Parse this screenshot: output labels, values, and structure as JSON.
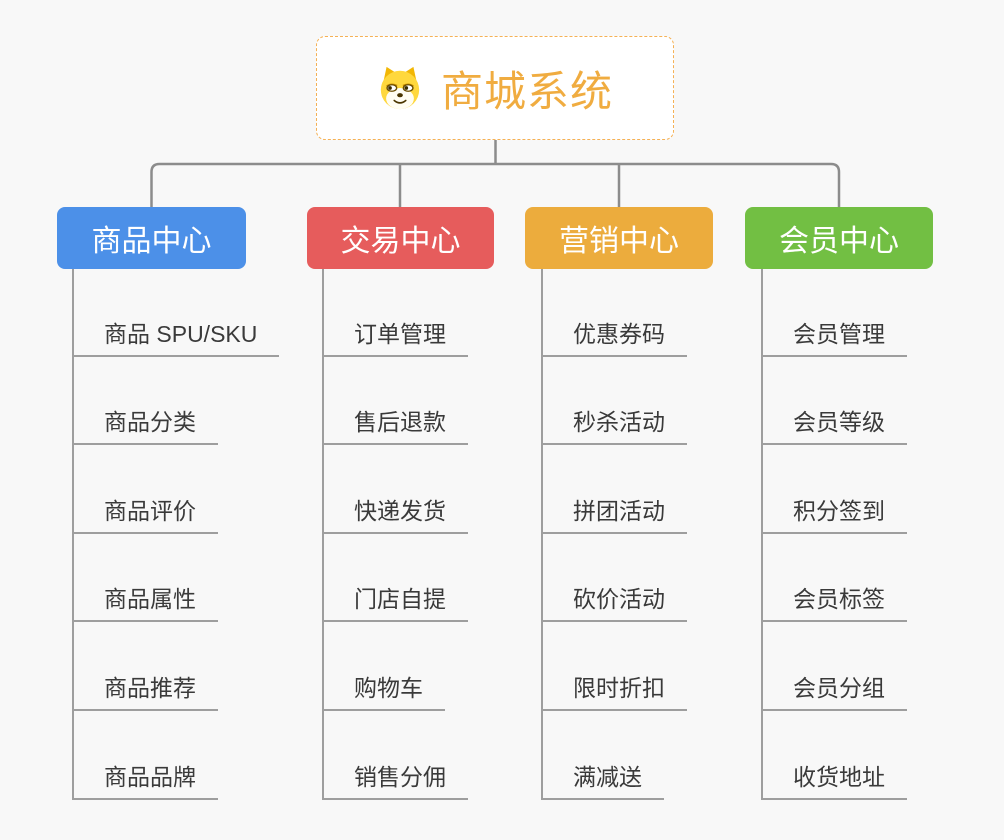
{
  "canvas": {
    "background": "#f8f8f8",
    "connector_color": "#8c8c8c",
    "child_line_color": "#9E9E9E",
    "child_text_color": "#3A3A3A"
  },
  "root": {
    "label": "商城系统",
    "icon": "dog-face-icon",
    "text_color": "#F0AC40",
    "border_color": "#F5B155",
    "background": "#ffffff"
  },
  "branches": [
    {
      "label": "商品中心",
      "color": "#4C90E8",
      "children": [
        "商品 SPU/SKU",
        "商品分类",
        "商品评价",
        "商品属性",
        "商品推荐",
        "商品品牌"
      ]
    },
    {
      "label": "交易中心",
      "color": "#E65C5C",
      "children": [
        "订单管理",
        "售后退款",
        "快递发货",
        "门店自提",
        "购物车",
        "销售分佣"
      ]
    },
    {
      "label": "营销中心",
      "color": "#ECAC3D",
      "children": [
        "优惠券码",
        "秒杀活动",
        "拼团活动",
        "砍价活动",
        "限时折扣",
        "满减送"
      ]
    },
    {
      "label": "会员中心",
      "color": "#72BF43",
      "children": [
        "会员管理",
        "会员等级",
        "积分签到",
        "会员标签",
        "会员分组",
        "收货地址"
      ]
    }
  ]
}
